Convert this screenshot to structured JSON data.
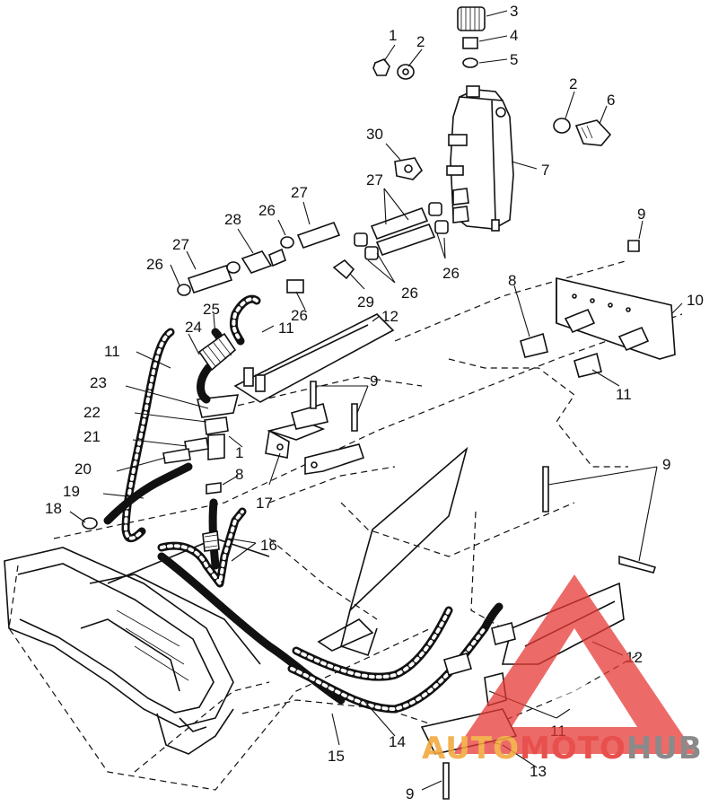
{
  "diagram": {
    "callouts": [
      {
        "id": "c1a",
        "label": "1"
      },
      {
        "id": "c2a",
        "label": "2"
      },
      {
        "id": "c3",
        "label": "3"
      },
      {
        "id": "c4",
        "label": "4"
      },
      {
        "id": "c5",
        "label": "5"
      },
      {
        "id": "c2b",
        "label": "2"
      },
      {
        "id": "c6",
        "label": "6"
      },
      {
        "id": "c30",
        "label": "30"
      },
      {
        "id": "c7",
        "label": "7"
      },
      {
        "id": "c27a",
        "label": "27"
      },
      {
        "id": "c26a",
        "label": "26"
      },
      {
        "id": "c27b",
        "label": "27"
      },
      {
        "id": "c28",
        "label": "28"
      },
      {
        "id": "c27c",
        "label": "27"
      },
      {
        "id": "c26b",
        "label": "26"
      },
      {
        "id": "c9a",
        "label": "9"
      },
      {
        "id": "c26c",
        "label": "26"
      },
      {
        "id": "c29",
        "label": "29"
      },
      {
        "id": "c26d",
        "label": "26"
      },
      {
        "id": "c8a",
        "label": "8"
      },
      {
        "id": "c10",
        "label": "10"
      },
      {
        "id": "c25",
        "label": "25"
      },
      {
        "id": "c26e",
        "label": "26"
      },
      {
        "id": "c12a",
        "label": "12"
      },
      {
        "id": "c24",
        "label": "24"
      },
      {
        "id": "c11a",
        "label": "11"
      },
      {
        "id": "c11b",
        "label": "11"
      },
      {
        "id": "c9b",
        "label": "9"
      },
      {
        "id": "c11c",
        "label": "11"
      },
      {
        "id": "c23",
        "label": "23"
      },
      {
        "id": "c22",
        "label": "22"
      },
      {
        "id": "c21",
        "label": "21"
      },
      {
        "id": "c1b",
        "label": "1"
      },
      {
        "id": "c20",
        "label": "20"
      },
      {
        "id": "c8b",
        "label": "8"
      },
      {
        "id": "c9c",
        "label": "9"
      },
      {
        "id": "c19",
        "label": "19"
      },
      {
        "id": "c17",
        "label": "17"
      },
      {
        "id": "c18",
        "label": "18"
      },
      {
        "id": "c16",
        "label": "16"
      },
      {
        "id": "c12b",
        "label": "12"
      },
      {
        "id": "c11d",
        "label": "11"
      },
      {
        "id": "c14",
        "label": "14"
      },
      {
        "id": "c15",
        "label": "15"
      },
      {
        "id": "c13",
        "label": "13"
      },
      {
        "id": "c9d",
        "label": "9"
      }
    ]
  },
  "watermark": {
    "brand_part1": "AUTO",
    "brand_part2": "MOTO",
    "brand_part3": "HUB",
    "colors": {
      "orange": "#f2a73a",
      "red": "#e53935",
      "gray": "#7b7b7b",
      "triangle": "#e53935"
    }
  }
}
